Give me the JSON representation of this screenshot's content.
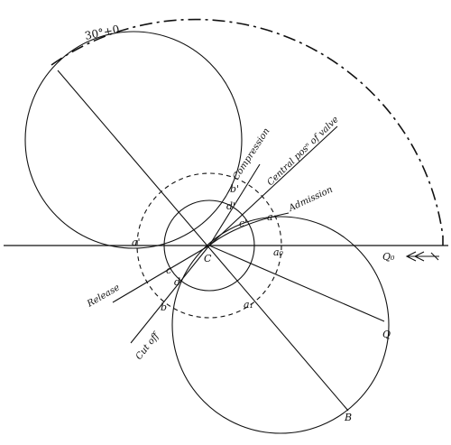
{
  "labels": {
    "arc_label": "30°+0",
    "compression": "Compression",
    "central_position": "Central posⁿ of valve",
    "admission": "Admission",
    "release": "Release",
    "cut_off": "Cut off",
    "center": "C",
    "a": "a",
    "a0": "a₀",
    "a1": "a₁",
    "a_prime": "a'",
    "b": "b",
    "b_prime": "b'",
    "c": "c",
    "c_prime": "c'",
    "d": "d",
    "d_prime": "d'",
    "Q": "Q",
    "Q0": "Q₀",
    "B": "B"
  },
  "direction_arrow": "left-pointing arrow on baseline"
}
